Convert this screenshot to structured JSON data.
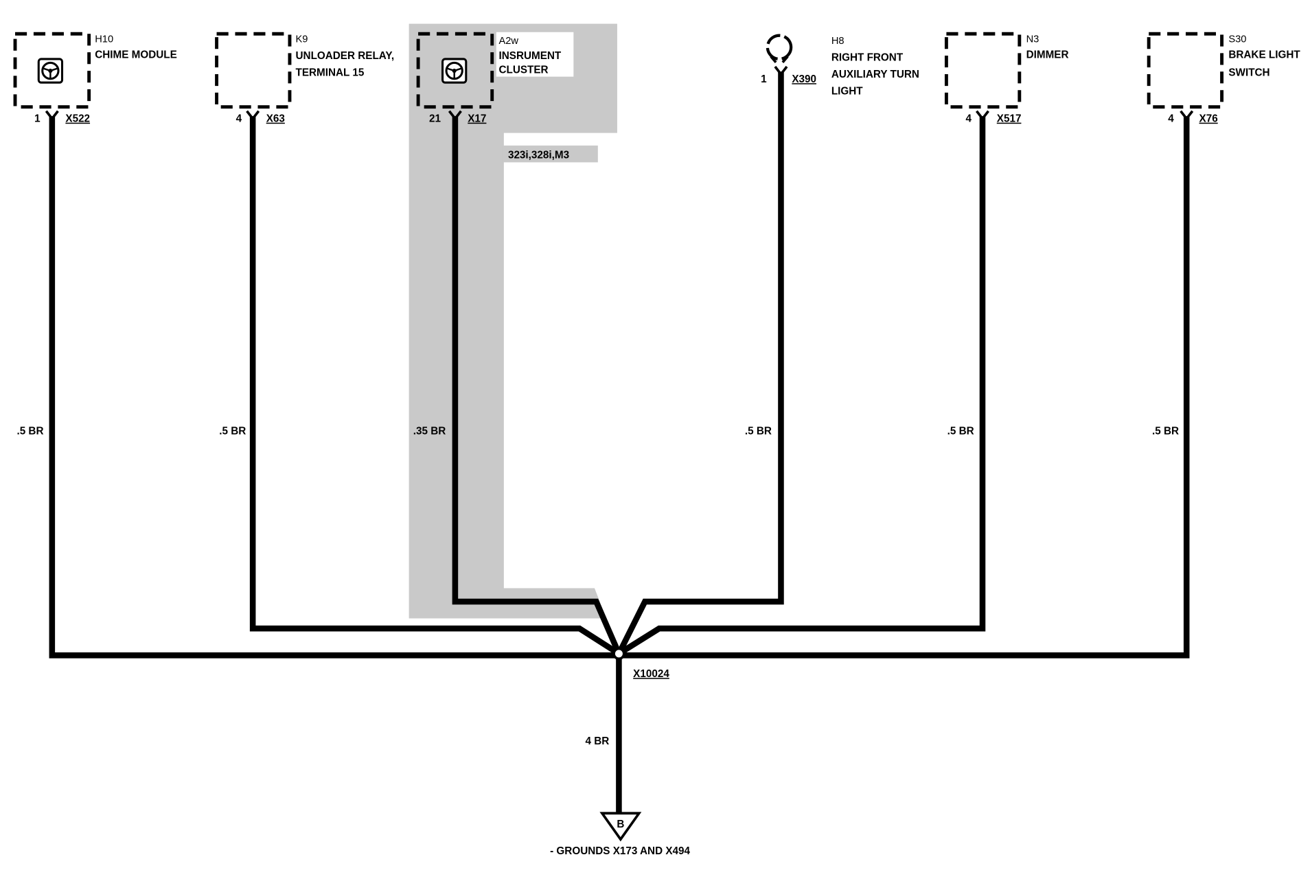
{
  "colors": {
    "background": "#ffffff",
    "wire": "#000000",
    "variant_shading": "#c9c9c9"
  },
  "components": [
    {
      "ref": "H10",
      "name_lines": [
        "CHIME MODULE"
      ],
      "pin": "1",
      "connector": "X522",
      "wire": ".5 BR",
      "icon": "module-icon"
    },
    {
      "ref": "K9",
      "name_lines": [
        "UNLOADER RELAY,",
        "TERMINAL 15"
      ],
      "pin": "4",
      "connector": "X63",
      "wire": ".5 BR"
    },
    {
      "ref": "A2w",
      "name_lines": [
        "INSRUMENT",
        "CLUSTER"
      ],
      "pin": "21",
      "connector": "X17",
      "wire": ".35 BR",
      "variant_note": "323i,328i,M3",
      "icon": "module-icon"
    },
    {
      "ref": "H8",
      "name_lines": [
        "RIGHT FRONT",
        "AUXILIARY TURN",
        "LIGHT"
      ],
      "pin": "1",
      "connector": "X390",
      "wire": ".5 BR",
      "icon": "bulb-icon"
    },
    {
      "ref": "N3",
      "name_lines": [
        "DIMMER"
      ],
      "pin": "4",
      "connector": "X517",
      "wire": ".5 BR"
    },
    {
      "ref": "S30",
      "name_lines": [
        "BRAKE LIGHT",
        "SWITCH"
      ],
      "pin": "4",
      "connector": "X76",
      "wire": ".5 BR"
    }
  ],
  "junction": {
    "connector": "X10024"
  },
  "ground": {
    "wire": "4 BR",
    "symbol_letter": "B",
    "label": "- GROUNDS X173 AND X494"
  }
}
